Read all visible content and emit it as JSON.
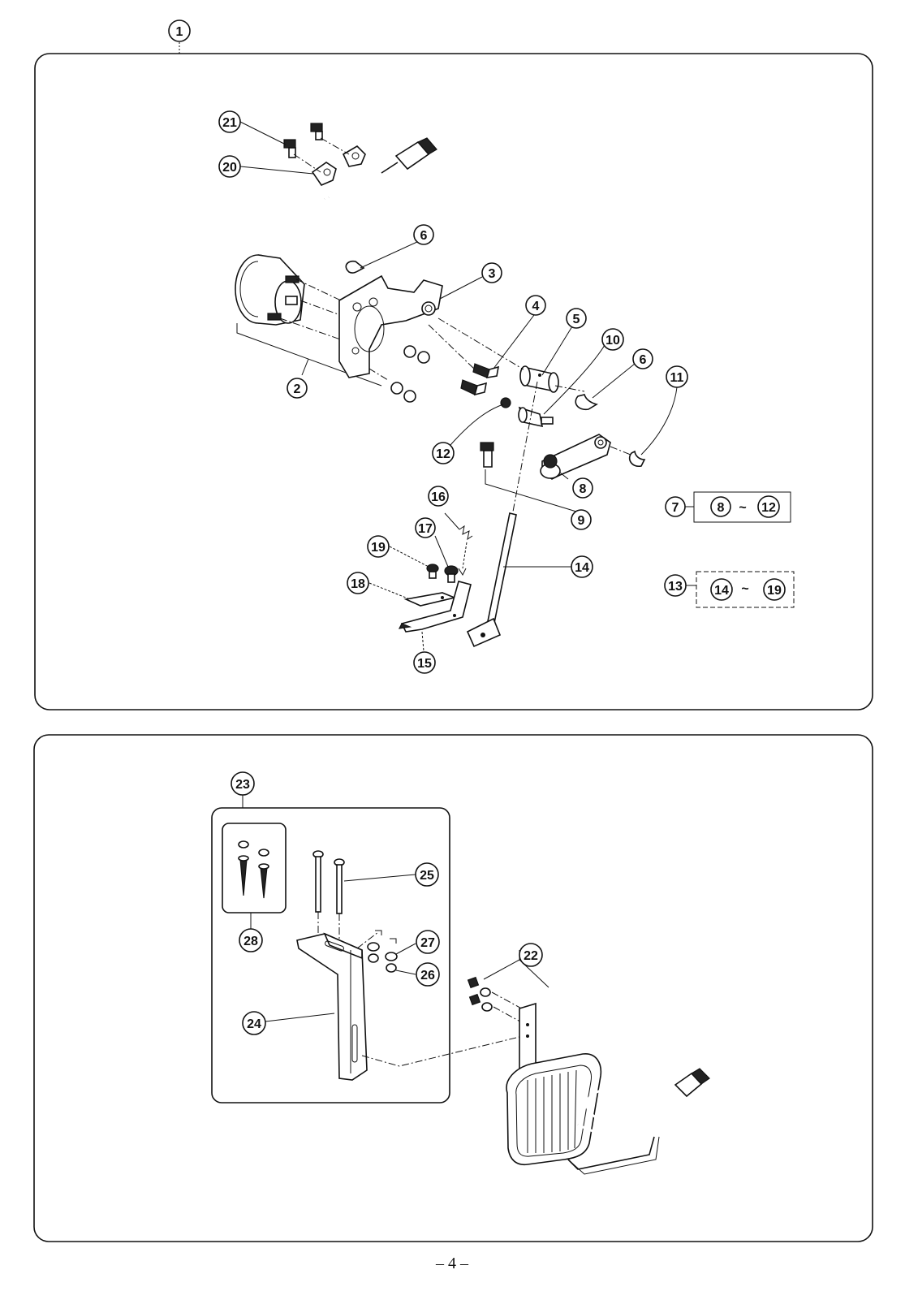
{
  "labels": {
    "p1": "1",
    "p2": "2",
    "p3": "3",
    "p4": "4",
    "p5": "5",
    "p6a": "6",
    "p6b": "6",
    "p7": "7",
    "p8": "8",
    "p9": "9",
    "p10": "10",
    "p11": "11",
    "p12": "12",
    "p13": "13",
    "p14": "14",
    "p15": "15",
    "p16": "16",
    "p17": "17",
    "p18": "18",
    "p19": "19",
    "p20": "20",
    "p21": "21",
    "p22": "22",
    "p23": "23",
    "p24": "24",
    "p25": "25",
    "p26": "26",
    "p27": "27",
    "p28": "28"
  },
  "group_box_1": {
    "from": "8",
    "sep": "~",
    "to": "12"
  },
  "group_box_2": {
    "from": "14",
    "sep": "~",
    "to": "19"
  },
  "page_number": "– 4 –"
}
